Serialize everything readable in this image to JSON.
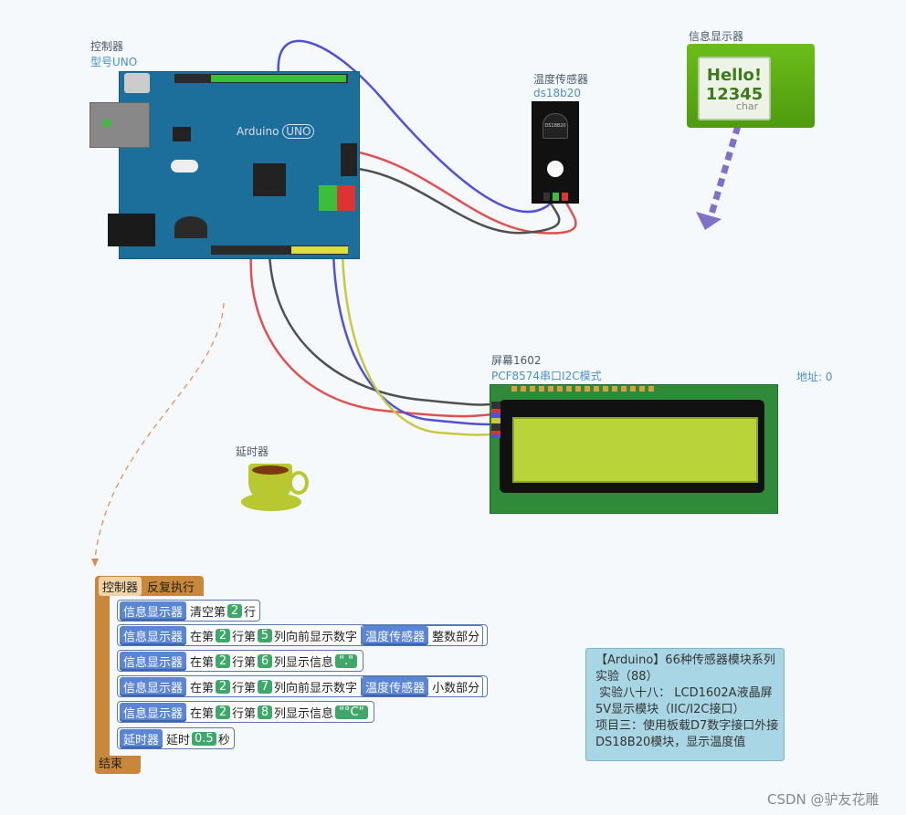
{
  "controller": {
    "title": "控制器",
    "model": "型号UNO",
    "board_text": "Arduino",
    "board_sub": "UNO"
  },
  "sensor": {
    "title": "温度传感器",
    "model": "ds18b20",
    "chip": "DS18B20"
  },
  "info_display": {
    "title": "信息显示器",
    "line1": "Hello!",
    "line2": "12345",
    "type": "char"
  },
  "lcd": {
    "title": "屏幕1602",
    "mode": "PCF8574串口I2C模式",
    "address": "地址: 0"
  },
  "delay": {
    "title": "延时器"
  },
  "program": {
    "loop_label": "反复执行",
    "loop_owner": "控制器",
    "end_label": "结束",
    "blocks": [
      {
        "dev": "信息显示器",
        "text1": "清空第",
        "n1": "2",
        "text2": "行"
      },
      {
        "dev": "信息显示器",
        "text1": "在第",
        "n1": "2",
        "text2": "行第",
        "n2": "5",
        "text3": "列向前显示数字",
        "sub_dev": "温度传感器",
        "sub_text": "整数部分"
      },
      {
        "dev": "信息显示器",
        "text1": "在第",
        "n1": "2",
        "text2": "行第",
        "n2": "6",
        "text3": "列显示信息",
        "str": "\".\""
      },
      {
        "dev": "信息显示器",
        "text1": "在第",
        "n1": "2",
        "text2": "行第",
        "n2": "7",
        "text3": "列向前显示数字",
        "sub_dev": "温度传感器",
        "sub_text": "小数部分"
      },
      {
        "dev": "信息显示器",
        "text1": "在第",
        "n1": "2",
        "text2": "行第",
        "n2": "8",
        "text3": "列显示信息",
        "str": "\"°C\""
      },
      {
        "dev": "延时器",
        "text1": "延时",
        "n1": "0.5",
        "text2": "秒"
      }
    ]
  },
  "note": "【Arduino】66种传感器模块系列实验（88）\n 实验八十八： LCD1602A液晶屏5V显示模块（IIC/I2C接口）\n项目三：使用板载D7数字接口外接DS18B20模块，显示温度值",
  "watermark": "CSDN @驴友花雕",
  "colors": {
    "wire_blue": "#5050d8",
    "wire_red": "#e05050",
    "wire_black": "#505050",
    "wire_yellow": "#c8c840",
    "block_blue": "#5b86d6",
    "loop_brown": "#c8873a",
    "number_green": "#3ea86a"
  }
}
